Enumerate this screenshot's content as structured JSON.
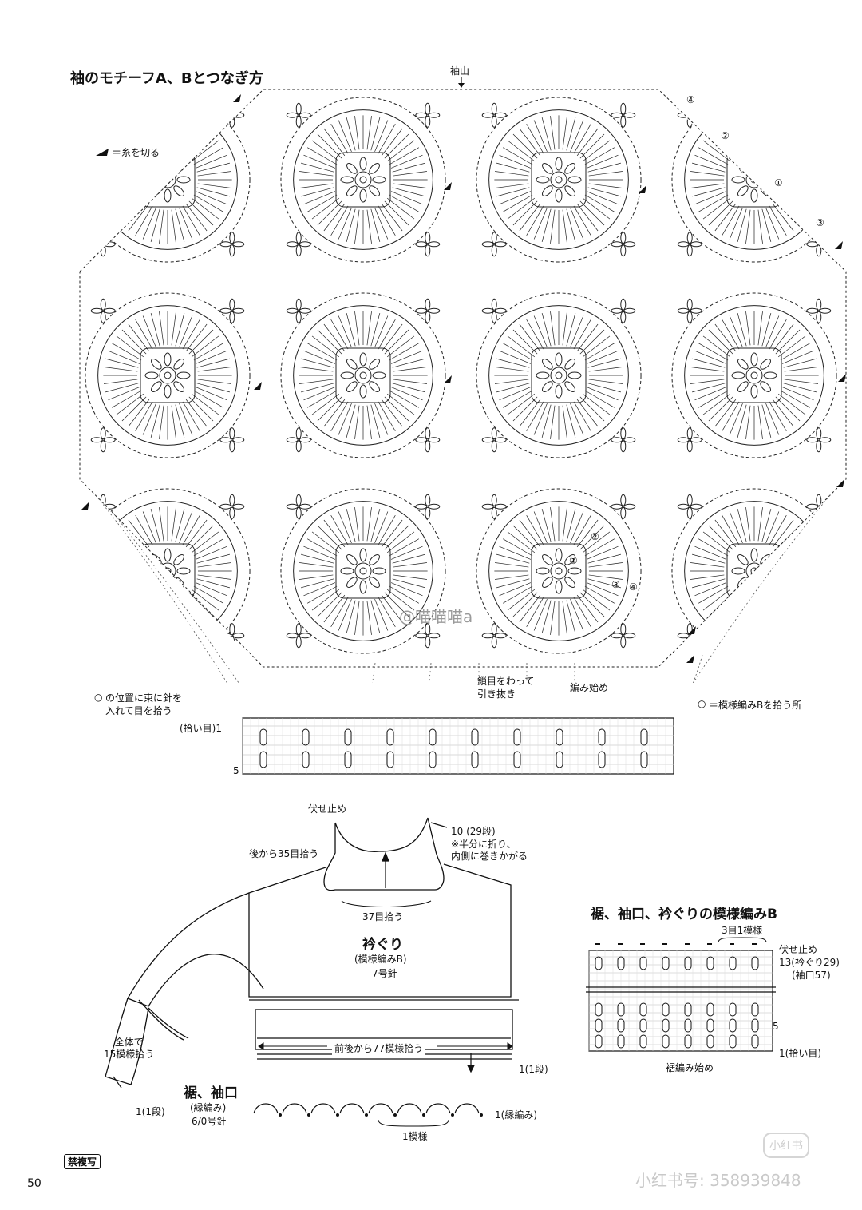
{
  "motif": {
    "title": "袖のモチーフA、Bとつなぎ方",
    "sleeve_top": "袖山",
    "cut_legend": "＝糸を切る",
    "pickup_note": "の位置に束に針を\n入れて目を拾う",
    "pickup_rows": "(拾い目)1",
    "row5": "5",
    "chain_split": "鎖目をわって\n引き抜き",
    "start": "編み始め",
    "pattern_b_legend": "＝模様編みBを拾う所",
    "rounds": [
      "①",
      "②",
      "③",
      "④"
    ]
  },
  "schematic": {
    "bind_off": "伏せ止め",
    "rows_note": "10 (29段)",
    "fold_note": "※半分に折り、\n内側に巻きかがる",
    "back_pick": "後から35目拾う",
    "neck_pick": "37目拾う",
    "neckband_title": "衿ぐり",
    "neckband_pattern": "(模様編みB)",
    "neckband_needle": "7号針",
    "front_back_pick": "前後から77模様拾う",
    "row1": "1(1段)",
    "all_pick": "全体で\n15模様拾う",
    "sleeve_row1": "1(1段)",
    "hem_title": "裾、袖口",
    "hem_pattern": "(縁編み)",
    "hem_needle": "6/0号針",
    "edge_row": "1(縁編み)",
    "one_repeat": "1模様"
  },
  "pattern_b": {
    "title": "裾、袖口、衿ぐりの模様編みB",
    "repeat": "3目1模様",
    "bind_off": "伏せ止め",
    "rows_neck": "13(衿ぐり29)",
    "rows_cuff": "(袖口57)",
    "row5": "5",
    "pick_row": "1(拾い目)",
    "start": "裾編み始め"
  },
  "footer": {
    "page_number": "50",
    "no_copy": "禁複写",
    "watermark_center": "@喵喵喵a",
    "watermark_brand": "小红书",
    "watermark_id": "小红书号: 358939848"
  }
}
